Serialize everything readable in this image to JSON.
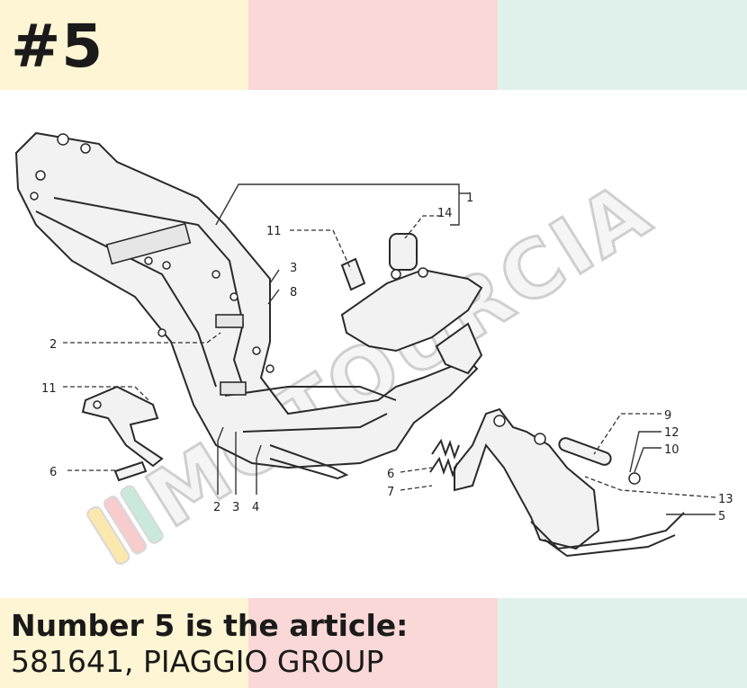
{
  "badge": "#5",
  "caption": {
    "line1": "Number 5 is the article:",
    "line2": "581641, PIAGGIO GROUP"
  },
  "watermark": {
    "text": "MOTOURCIA",
    "colors": [
      "#f6d66c",
      "#f3a3a3",
      "#9fd8c3",
      "#cfcfcf"
    ]
  },
  "callouts": [
    "1",
    "14",
    "11",
    "3",
    "8",
    "2",
    "11",
    "6",
    "2",
    "3",
    "4",
    "9",
    "12",
    "10",
    "6",
    "7",
    "13",
    "5"
  ],
  "colors": {
    "band_yellow": "#fdf5d3",
    "band_pink": "#fbd8d8",
    "band_mint": "#e1f2ec",
    "text": "#1a1a1a"
  }
}
